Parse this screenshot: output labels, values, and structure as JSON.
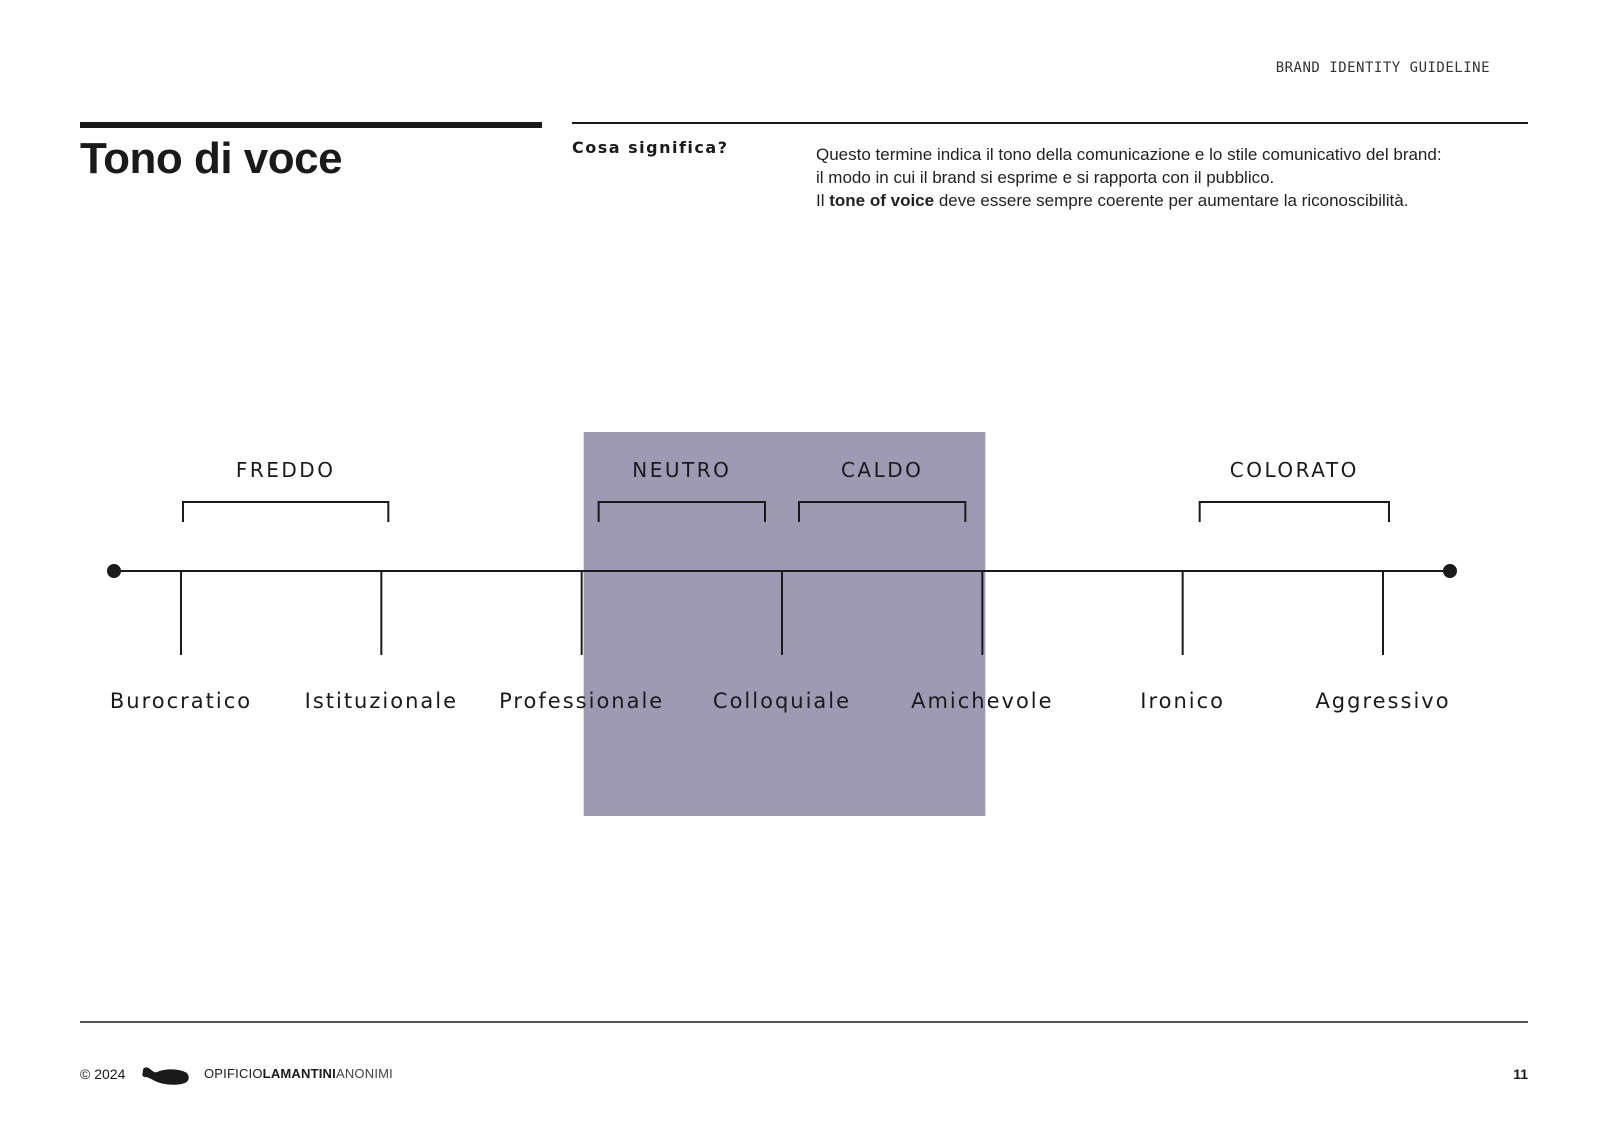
{
  "header": {
    "label": "BRAND IDENTITY GUIDELINE"
  },
  "title": "Tono di voce",
  "intro": {
    "question": "Cosa significa?",
    "line1": "Questo termine indica il tono della comunicazione e lo stile comunicativo del brand:",
    "line2": "il modo in cui il brand  si esprime e si rapporta con il pubblico.",
    "line3_pre": "Il ",
    "line3_bold": "tone of voice",
    "line3_post": " deve essere sempre coerente per aumentare la riconoscibilità."
  },
  "scale": {
    "highlight_color": "#9f9ab4",
    "highlight_from_stop": 2,
    "highlight_to_stop": 4,
    "categories": [
      {
        "label": "FREDDO",
        "from": 0,
        "to": 1
      },
      {
        "label": "NEUTRO",
        "from": 2,
        "to": 3
      },
      {
        "label": "CALDO",
        "from": 3,
        "to": 4
      },
      {
        "label": "COLORATO",
        "from": 5,
        "to": 6
      }
    ],
    "stops": [
      "Burocratico",
      "Istituzionale",
      "Professionale",
      "Colloquiale",
      "Amichevole",
      "Ironico",
      "Aggressivo"
    ]
  },
  "footer": {
    "copyright": "© 2024",
    "logo_part1": "OPIFICIO",
    "logo_part2": "LAMANTINI",
    "logo_part3": "ANONIMI",
    "page_number": "11"
  }
}
